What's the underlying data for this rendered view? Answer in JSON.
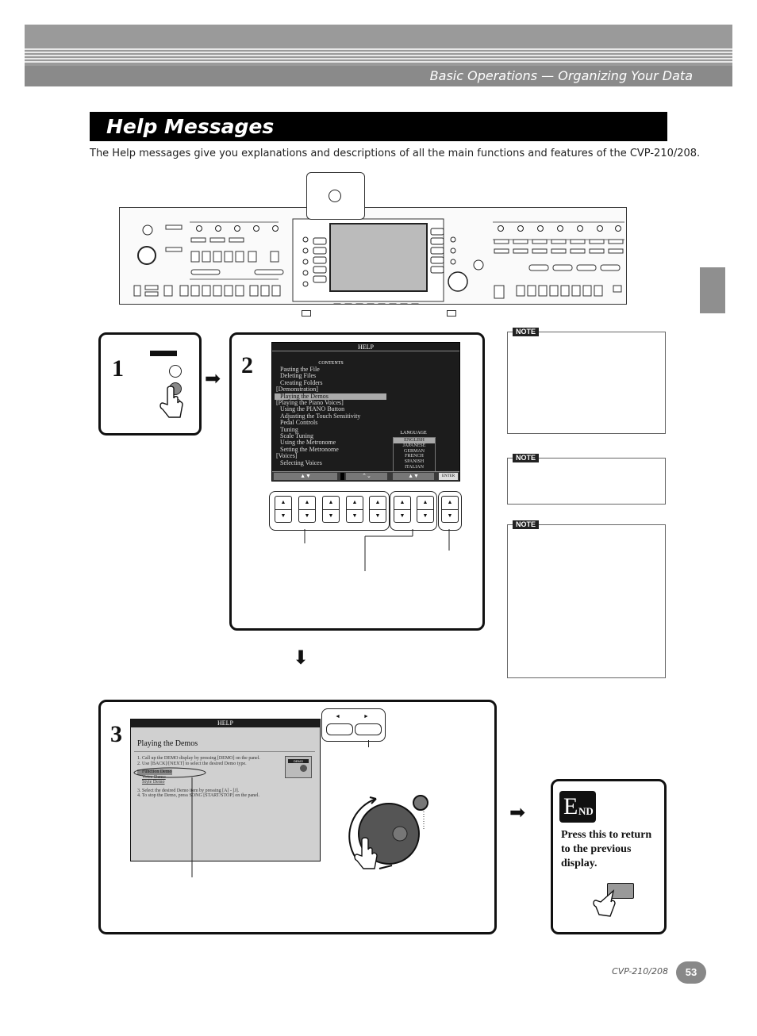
{
  "header": {
    "section": "Basic Operations — Organizing Your Data"
  },
  "title": "Help Messages",
  "intro": "The Help messages give you explanations and descriptions of all the main functions and features of the CVP-210/208.",
  "steps": {
    "step1": "1",
    "step2": "2",
    "step3": "3"
  },
  "help_screen": {
    "title": "HELP",
    "contents_label": "CONTENTS",
    "items": [
      "Pasting the File",
      "Deleting Files",
      "Creating Folders",
      "[Demonstration]",
      "Playing the Demos",
      "[Playing the Piano Voices]",
      "Using the PIANO Button",
      "Adjusting the Touch Sensitivity",
      "Pedal Controls",
      "Tuning",
      "Scale Tuning",
      "Using the Metronome",
      "Setting the Metronome",
      "[Voices]",
      "Selecting Voices"
    ],
    "selected_index": 4,
    "language_label": "LANGUAGE",
    "languages": [
      "ENGLISH",
      "JAPANESE",
      "GERMAN",
      "FRENCH",
      "SPANISH",
      "ITALIAN"
    ],
    "selected_language": 0,
    "enter_label": "ENTER"
  },
  "detail_screen": {
    "title": "HELP",
    "heading": "Playing the Demos",
    "lines": [
      "1.  Call up the DEMO display by pressing [DEMO] on the panel.",
      "2.  Use [BACK]/[NEXT] to select the desired Demo type.",
      "Function Demo",
      "Voice Demo",
      "Style Demo",
      "3.  Select the desired Demo item by pressing [A] - [J].",
      "4.  To stop the Demo, press SONG [START/STOP] on the panel."
    ],
    "demo_label": "DEMO"
  },
  "notes": {
    "tag": "NOTE"
  },
  "end": {
    "logo_big": "E",
    "logo_small": "ND",
    "text": "Press this to return to the previous display."
  },
  "footer": {
    "model": "CVP-210/208",
    "page": "53"
  }
}
